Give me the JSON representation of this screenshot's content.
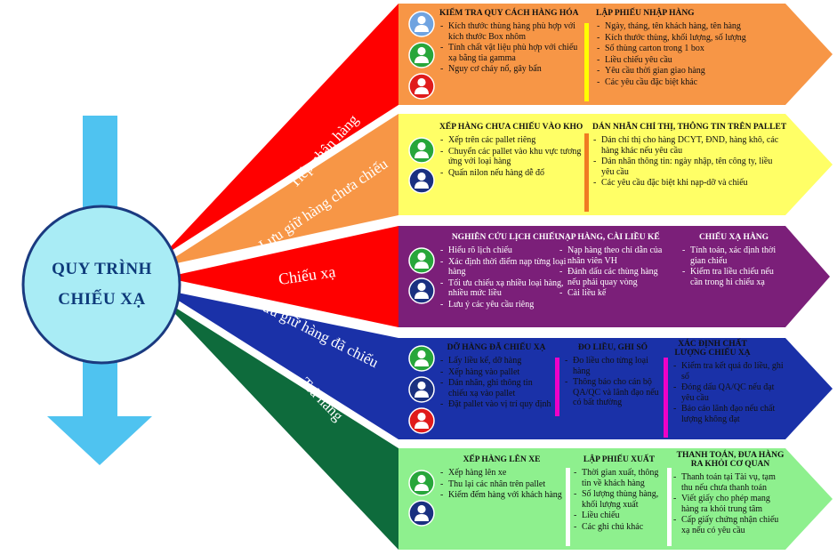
{
  "center": {
    "line1": "QUY TRÌNH",
    "line2": "CHIẾU XẠ"
  },
  "colors": {
    "band1": "#f79646",
    "band2": "#ffff66",
    "band3": "#7b1f79",
    "band4": "#1a31a8",
    "band5": "#8ef08e",
    "ray1": "#ff0000",
    "ray2": "#f79646",
    "ray3": "#ff0000",
    "ray4": "#1a31a8",
    "ray5": "#0e6b3c",
    "arrow": "#4fc3f0",
    "circle": "#a9ecf5",
    "icon_blue": "#6fa3e0",
    "icon_green": "#27a63a",
    "icon_red": "#e01b1b",
    "icon_navy": "#1a3080"
  },
  "stages": [
    {
      "label": "Tiếp nhận hàng"
    },
    {
      "label": "Lưu giữ hàng chưa chiếu"
    },
    {
      "label": "Chiếu xạ"
    },
    {
      "label": "Lưu giữ hàng đã chiếu"
    },
    {
      "label": "Trả hàng"
    }
  ],
  "bands": [
    {
      "icons": [
        "icon_blue",
        "icon_green",
        "icon_red"
      ],
      "sections": [
        {
          "title": "KIỂM TRA QUY CÁCH HÀNG HÓA",
          "items": [
            "Kích thước thùng hàng phù hợp với kích thước Box nhôm",
            "Tính chất vật liệu phù hợp với chiếu xạ bằng tia gamma",
            "Nguy cơ cháy nổ, gây bẩn"
          ]
        },
        {
          "title": "LẬP PHIẾU NHẬP HÀNG",
          "items": [
            "Ngày, tháng, tên khách hàng, tên hàng",
            "Kích thước thùng, khối lượng, số lượng",
            "Số thùng carton trong 1 box",
            "Liều chiếu yêu cầu",
            "Yêu cầu thời gian giao hàng",
            "Các yêu cầu đặc biệt khác"
          ]
        }
      ]
    },
    {
      "icons": [
        "icon_green",
        "icon_navy"
      ],
      "sections": [
        {
          "title": "XẾP HÀNG CHƯA CHIẾU VÀO KHO",
          "items": [
            "Xếp trên các pallet riêng",
            "Chuyển các pallet vào khu vực tương ứng với loại hàng",
            "Quấn nilon nếu hàng dễ đổ"
          ]
        },
        {
          "title": "DÁN NHÃN CHỈ THỊ, THÔNG TIN TRÊN PALLET",
          "items": [
            "Dán chỉ thị cho hàng DCYT, ĐND, hàng khô, các hàng khác nếu yêu cầu",
            "Dán nhãn thông tin: ngày nhập, tên công ty, liều yêu cầu",
            "Các yêu cầu đặc biệt khi nạp-dỡ và chiếu"
          ]
        }
      ]
    },
    {
      "icons": [
        "icon_green",
        "icon_navy"
      ],
      "sections": [
        {
          "title": "NGHIÊN CỨU LỊCH CHIẾU",
          "items": [
            "Hiểu rõ lịch chiếu",
            "Xác định thời điểm nạp từng loại hàng",
            "Tối ưu chiếu xạ nhiều loại hàng, nhiều mức liều",
            "Lưu ý các yêu cầu riêng"
          ]
        },
        {
          "title": "NẠP HÀNG, CÀI LIỀU KẾ",
          "items": [
            "Nạp hàng theo chỉ dẫn của nhân viên VH",
            "Đánh dấu các thùng hàng nếu phải quay vòng",
            "Cài liều kế"
          ]
        },
        {
          "title": "CHIẾU XẠ HÀNG",
          "items": [
            "Tính toán, xác định thời gian chiếu",
            "Kiểm tra liều chiếu nếu cần trong hi chiếu xạ"
          ]
        }
      ]
    },
    {
      "icons": [
        "icon_green",
        "icon_navy",
        "icon_red"
      ],
      "sections": [
        {
          "title": "DỠ HÀNG ĐÃ CHIẾU XẠ",
          "items": [
            "Lấy liều kế, dỡ hàng",
            "Xếp hàng vào pallet",
            "Dán nhãn, ghi thông tin chiếu xạ vào pallet",
            "Đặt pallet vào vị trí quy định"
          ]
        },
        {
          "title": "ĐO LIỀU, GHI SỔ",
          "items": [
            "Đo liều cho từng loại hàng",
            "Thông báo cho cán bộ QA/QC và lãnh đạo nếu có bất thường"
          ]
        },
        {
          "title": "XÁC ĐỊNH CHẤT LƯỢNG CHIẾU XẠ",
          "items": [
            "Kiểm tra kết quả đo liều, ghi sổ",
            "Đóng dấu QA/QC nếu đạt yêu cầu",
            "Báo cáo lãnh đạo nếu chất lượng không đạt"
          ]
        }
      ]
    },
    {
      "icons": [
        "icon_green",
        "icon_navy"
      ],
      "sections": [
        {
          "title": "XẾP HÀNG LÊN XE",
          "items": [
            "Xếp hàng lên xe",
            "Thu lại các nhân trên pallet",
            "Kiểm đếm hàng với khách hàng"
          ]
        },
        {
          "title": "LẬP PHIẾU XUẤT",
          "items": [
            "Thời gian xuất, thông tin về khách hàng",
            "Số lượng thùng hàng, khối lượng xuất",
            "Liều chiếu",
            "Các ghi chú khác"
          ]
        },
        {
          "title": "THANH TOÁN, ĐƯA HÀNG RA KHỎI CƠ QUAN",
          "items": [
            "Thanh toán tại Tài vụ, tạm thu nếu chưa thanh toán",
            "Viết giấy cho phép mang hàng ra khỏi trung tâm",
            "Cấp giấy chứng nhận chiếu xạ nếu có yêu cầu"
          ]
        }
      ]
    }
  ]
}
